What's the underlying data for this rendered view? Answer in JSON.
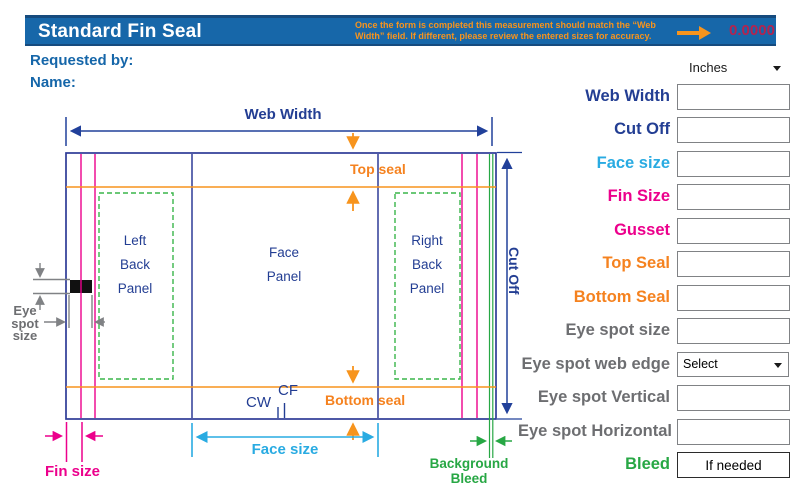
{
  "header": {
    "title": "Standard Fin Seal",
    "notice_line1": "Once the form is completed this measurement should match the “Web",
    "notice_line2": "Width” field. If different, please review the entered sizes for accuracy.",
    "match_value": "0.0000"
  },
  "meta": {
    "requested_by_label": "Requested by:",
    "name_label": "Name:"
  },
  "unit_select": {
    "value": "Inches"
  },
  "form": {
    "rows": [
      {
        "label": "Web Width",
        "color": "#233E93",
        "type": "input",
        "value": ""
      },
      {
        "label": "Cut Off",
        "color": "#233E93",
        "type": "input",
        "value": ""
      },
      {
        "label": "Face size",
        "color": "#29ABE2",
        "type": "input",
        "value": ""
      },
      {
        "label": "Fin Size",
        "color": "#EC008C",
        "type": "input",
        "value": ""
      },
      {
        "label": "Gusset",
        "color": "#EC008C",
        "type": "input",
        "value": ""
      },
      {
        "label": "Top Seal",
        "color": "#F5821F",
        "type": "input",
        "value": ""
      },
      {
        "label": "Bottom Seal",
        "color": "#F5821F",
        "type": "input",
        "value": ""
      },
      {
        "label": "Eye spot size",
        "color": "#6D6E71",
        "type": "input",
        "value": ""
      },
      {
        "label": "Eye spot web edge",
        "color": "#6D6E71",
        "type": "select",
        "value": "Select"
      },
      {
        "label": "Eye spot Vertical",
        "color": "#6D6E71",
        "type": "input",
        "value": ""
      },
      {
        "label": "Eye spot Horizontal",
        "color": "#6D6E71",
        "type": "input",
        "value": ""
      },
      {
        "label": "Bleed",
        "color": "#27A744",
        "type": "input",
        "value": "If needed"
      }
    ]
  },
  "diagram": {
    "web_width_label": "Web Width",
    "top_seal_label": "Top seal",
    "bottom_seal_label": "Bottom seal",
    "cut_off_label": "Cut Off",
    "left_panel_label": "Left Back Panel",
    "face_panel_label": "Face Panel",
    "right_panel_label": "Right Back Panel",
    "eye_spot_label": "Eye spot size",
    "cw_label": "CW",
    "cf_label": "CF",
    "face_size_label": "Face size",
    "fin_size_label": "Fin size",
    "background_bleed_label": "Background Bleed"
  },
  "colors": {
    "navy": "#233E93",
    "cyan": "#29ABE2",
    "pink": "#EC008C",
    "orange": "#F7941D",
    "gray": "#808285",
    "green": "#27A744",
    "header_blue": "#1767A9",
    "match_value_red": "#B5234E"
  }
}
